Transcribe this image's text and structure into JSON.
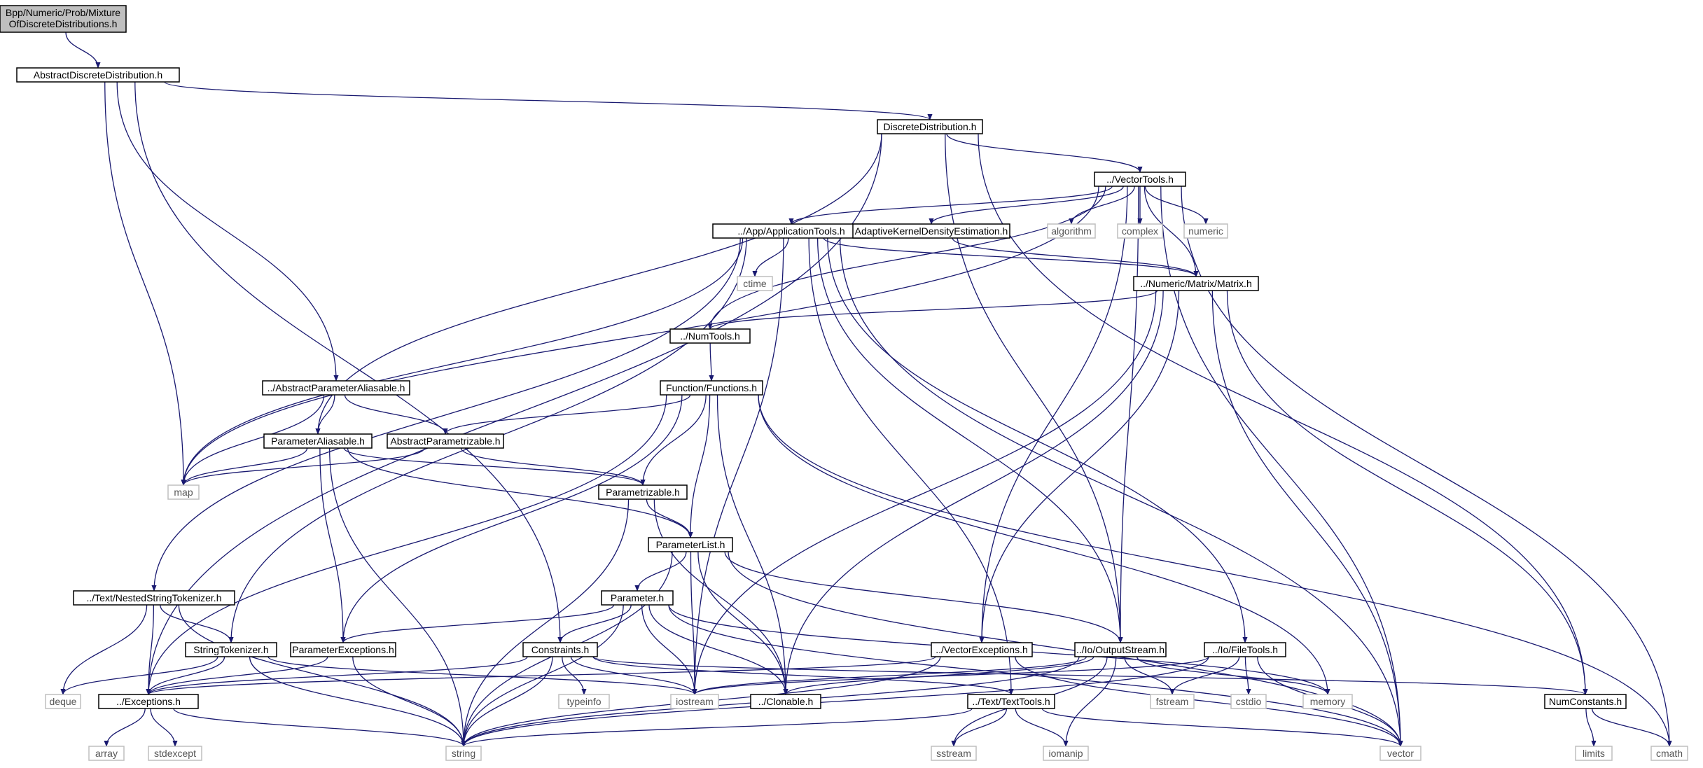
{
  "diagram": {
    "type": "include-dependency-graph",
    "colors": {
      "edge": "#191970",
      "node_border": "#000000",
      "system_border": "#bfbfbf",
      "root_fill": "#bfbfbf",
      "text": "#000000",
      "system_text": "#555555"
    },
    "nodes": [
      {
        "id": "root",
        "label_lines": [
          "Bpp/Numeric/Prob/Mixture",
          "OfDiscreteDistributions.h"
        ],
        "kind": "root"
      },
      {
        "id": "adist",
        "label": "AbstractDiscreteDistribution.h",
        "kind": "file"
      },
      {
        "id": "ddist",
        "label": "DiscreteDistribution.h",
        "kind": "file"
      },
      {
        "id": "vtools",
        "label": "../VectorTools.h",
        "kind": "file"
      },
      {
        "id": "apptools",
        "label": "../App/ApplicationTools.h",
        "kind": "file"
      },
      {
        "id": "akde",
        "label": "AdaptiveKernelDensityEstimation.h",
        "kind": "file"
      },
      {
        "id": "algorithm",
        "label": "algorithm",
        "kind": "system"
      },
      {
        "id": "complex",
        "label": "complex",
        "kind": "system"
      },
      {
        "id": "numeric",
        "label": "numeric",
        "kind": "system"
      },
      {
        "id": "ctime",
        "label": "ctime",
        "kind": "system"
      },
      {
        "id": "matrix",
        "label": "../Numeric/Matrix/Matrix.h",
        "kind": "file"
      },
      {
        "id": "numtools",
        "label": "../NumTools.h",
        "kind": "file"
      },
      {
        "id": "functions",
        "label": "Function/Functions.h",
        "kind": "file"
      },
      {
        "id": "apa",
        "label": "../AbstractParameterAliasable.h",
        "kind": "file"
      },
      {
        "id": "pa",
        "label": "ParameterAliasable.h",
        "kind": "file"
      },
      {
        "id": "ap",
        "label": "AbstractParametrizable.h",
        "kind": "file"
      },
      {
        "id": "map",
        "label": "map",
        "kind": "system"
      },
      {
        "id": "parametrizable",
        "label": "Parametrizable.h",
        "kind": "file"
      },
      {
        "id": "plist",
        "label": "ParameterList.h",
        "kind": "file"
      },
      {
        "id": "nst",
        "label": "../Text/NestedStringTokenizer.h",
        "kind": "file"
      },
      {
        "id": "parameter",
        "label": "Parameter.h",
        "kind": "file"
      },
      {
        "id": "st",
        "label": "StringTokenizer.h",
        "kind": "file"
      },
      {
        "id": "pexc",
        "label": "ParameterExceptions.h",
        "kind": "file"
      },
      {
        "id": "constraints",
        "label": "Constraints.h",
        "kind": "file"
      },
      {
        "id": "vexc",
        "label": "../VectorExceptions.h",
        "kind": "file"
      },
      {
        "id": "ostream",
        "label": "../Io/OutputStream.h",
        "kind": "file"
      },
      {
        "id": "filetools",
        "label": "../Io/FileTools.h",
        "kind": "file"
      },
      {
        "id": "deque",
        "label": "deque",
        "kind": "system"
      },
      {
        "id": "exc",
        "label": "../Exceptions.h",
        "kind": "file"
      },
      {
        "id": "typeinfo",
        "label": "typeinfo",
        "kind": "system"
      },
      {
        "id": "iostream",
        "label": "iostream",
        "kind": "system"
      },
      {
        "id": "clonable",
        "label": "../Clonable.h",
        "kind": "file"
      },
      {
        "id": "texttools",
        "label": "../Text/TextTools.h",
        "kind": "file"
      },
      {
        "id": "fstream",
        "label": "fstream",
        "kind": "system"
      },
      {
        "id": "cstdio",
        "label": "cstdio",
        "kind": "system"
      },
      {
        "id": "memory",
        "label": "memory",
        "kind": "system"
      },
      {
        "id": "numconst",
        "label": "NumConstants.h",
        "kind": "file"
      },
      {
        "id": "array",
        "label": "array",
        "kind": "system"
      },
      {
        "id": "stdexcept",
        "label": "stdexcept",
        "kind": "system"
      },
      {
        "id": "string",
        "label": "string",
        "kind": "system"
      },
      {
        "id": "sstream",
        "label": "sstream",
        "kind": "system"
      },
      {
        "id": "iomanip",
        "label": "iomanip",
        "kind": "system"
      },
      {
        "id": "vector",
        "label": "vector",
        "kind": "system"
      },
      {
        "id": "limits",
        "label": "limits",
        "kind": "system"
      },
      {
        "id": "cmath",
        "label": "cmath",
        "kind": "system"
      }
    ],
    "edges": [
      [
        "root",
        "adist"
      ],
      [
        "adist",
        "ddist"
      ],
      [
        "adist",
        "apa"
      ],
      [
        "adist",
        "map"
      ],
      [
        "adist",
        "constraints"
      ],
      [
        "ddist",
        "vtools"
      ],
      [
        "ddist",
        "pa"
      ],
      [
        "ddist",
        "exc"
      ],
      [
        "ddist",
        "ostream"
      ],
      [
        "ddist",
        "numconst"
      ],
      [
        "vtools",
        "apptools"
      ],
      [
        "vtools",
        "akde"
      ],
      [
        "vtools",
        "algorithm"
      ],
      [
        "vtools",
        "complex"
      ],
      [
        "vtools",
        "numeric"
      ],
      [
        "vtools",
        "matrix"
      ],
      [
        "vtools",
        "numtools"
      ],
      [
        "vtools",
        "map"
      ],
      [
        "vtools",
        "vexc"
      ],
      [
        "vtools",
        "ostream"
      ],
      [
        "vtools",
        "vector"
      ],
      [
        "vtools",
        "cmath"
      ],
      [
        "apptools",
        "ctime"
      ],
      [
        "apptools",
        "matrix"
      ],
      [
        "apptools",
        "map"
      ],
      [
        "apptools",
        "nst"
      ],
      [
        "apptools",
        "st"
      ],
      [
        "apptools",
        "iostream"
      ],
      [
        "apptools",
        "ostream"
      ],
      [
        "apptools",
        "filetools"
      ],
      [
        "apptools",
        "texttools"
      ],
      [
        "apptools",
        "vector"
      ],
      [
        "akde",
        "matrix"
      ],
      [
        "matrix",
        "numtools"
      ],
      [
        "matrix",
        "vexc"
      ],
      [
        "matrix",
        "clonable"
      ],
      [
        "matrix",
        "iostream"
      ],
      [
        "matrix",
        "vector"
      ],
      [
        "matrix",
        "numconst"
      ],
      [
        "numtools",
        "functions"
      ],
      [
        "functions",
        "ap"
      ],
      [
        "functions",
        "parametrizable"
      ],
      [
        "functions",
        "plist"
      ],
      [
        "functions",
        "pexc"
      ],
      [
        "functions",
        "exc"
      ],
      [
        "functions",
        "clonable"
      ],
      [
        "functions",
        "memory"
      ],
      [
        "functions",
        "cmath"
      ],
      [
        "apa",
        "pa"
      ],
      [
        "apa",
        "ap"
      ],
      [
        "apa",
        "map"
      ],
      [
        "pa",
        "plist"
      ],
      [
        "pa",
        "parametrizable"
      ],
      [
        "pa",
        "pexc"
      ],
      [
        "pa",
        "string"
      ],
      [
        "pa",
        "map"
      ],
      [
        "ap",
        "parametrizable"
      ],
      [
        "ap",
        "map"
      ],
      [
        "parametrizable",
        "plist"
      ],
      [
        "parametrizable",
        "clonable"
      ],
      [
        "parametrizable",
        "string"
      ],
      [
        "plist",
        "parameter"
      ],
      [
        "plist",
        "ostream"
      ],
      [
        "plist",
        "clonable"
      ],
      [
        "plist",
        "iostream"
      ],
      [
        "plist",
        "string"
      ],
      [
        "plist",
        "vector"
      ],
      [
        "nst",
        "st"
      ],
      [
        "nst",
        "exc"
      ],
      [
        "nst",
        "deque"
      ],
      [
        "nst",
        "string"
      ],
      [
        "parameter",
        "constraints"
      ],
      [
        "parameter",
        "pexc"
      ],
      [
        "parameter",
        "clonable"
      ],
      [
        "parameter",
        "iostream"
      ],
      [
        "parameter",
        "string"
      ],
      [
        "parameter",
        "vector"
      ],
      [
        "parameter",
        "memory"
      ],
      [
        "st",
        "exc"
      ],
      [
        "st",
        "deque"
      ],
      [
        "st",
        "iostream"
      ],
      [
        "st",
        "string"
      ],
      [
        "pexc",
        "exc"
      ],
      [
        "pexc",
        "string"
      ],
      [
        "constraints",
        "exc"
      ],
      [
        "constraints",
        "typeinfo"
      ],
      [
        "constraints",
        "iostream"
      ],
      [
        "constraints",
        "string"
      ],
      [
        "constraints",
        "texttools"
      ],
      [
        "constraints",
        "numconst"
      ],
      [
        "vexc",
        "exc"
      ],
      [
        "vexc",
        "string"
      ],
      [
        "vexc",
        "vector"
      ],
      [
        "ostream",
        "iostream"
      ],
      [
        "ostream",
        "clonable"
      ],
      [
        "ostream",
        "fstream"
      ],
      [
        "ostream",
        "sstream"
      ],
      [
        "ostream",
        "iomanip"
      ],
      [
        "ostream",
        "string"
      ],
      [
        "ostream",
        "memory"
      ],
      [
        "filetools",
        "iostream"
      ],
      [
        "filetools",
        "fstream"
      ],
      [
        "filetools",
        "cstdio"
      ],
      [
        "filetools",
        "vector"
      ],
      [
        "filetools",
        "string"
      ],
      [
        "exc",
        "array"
      ],
      [
        "exc",
        "stdexcept"
      ],
      [
        "exc",
        "string"
      ],
      [
        "texttools",
        "string"
      ],
      [
        "texttools",
        "sstream"
      ],
      [
        "texttools",
        "iomanip"
      ],
      [
        "texttools",
        "vector"
      ],
      [
        "numconst",
        "limits"
      ],
      [
        "numconst",
        "cmath"
      ]
    ]
  }
}
